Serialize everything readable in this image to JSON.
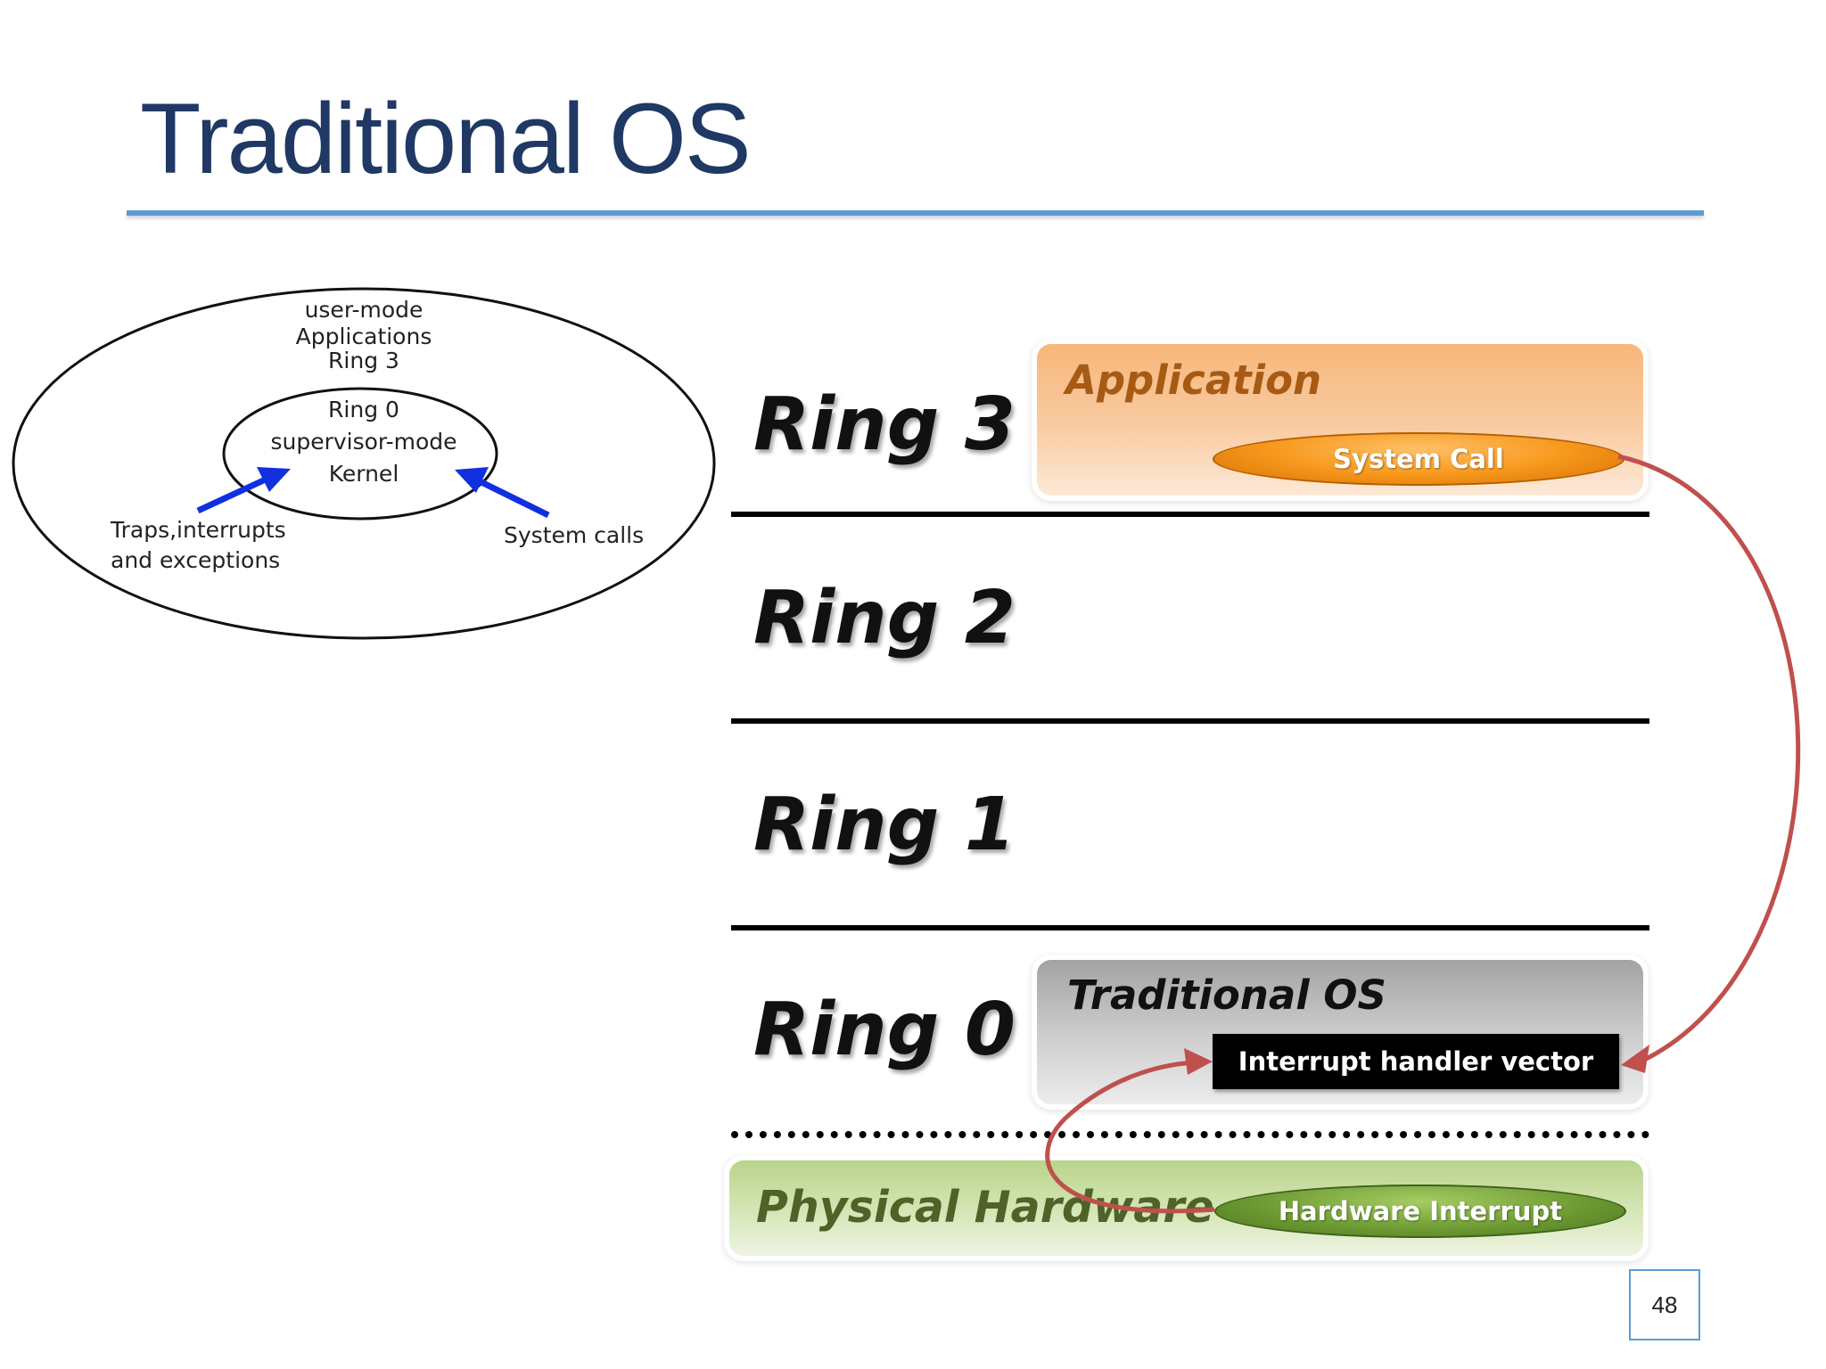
{
  "slide": {
    "title": "Traditional OS",
    "page_number": "48"
  },
  "small_diagram": {
    "outer_label": [
      "user-mode",
      "Applications",
      "Ring 3"
    ],
    "inner_label": [
      "Ring 0",
      "supervisor-mode",
      "Kernel"
    ],
    "left_arrow_label": [
      "Traps,interrupts",
      "and exceptions"
    ],
    "right_arrow_label": "System calls",
    "arrow_color": "#1030e0"
  },
  "ring_diagram": {
    "rings": [
      "Ring 3",
      "Ring 2",
      "Ring 1",
      "Ring 0"
    ],
    "application_panel": {
      "heading": "Application",
      "pill": "System Call"
    },
    "os_panel": {
      "heading": "Traditional OS",
      "box": "Interrupt handler vector"
    },
    "hardware_panel": {
      "heading": "Physical Hardware",
      "pill": "Hardware Interrupt"
    },
    "arrow_color": "#c0504d"
  }
}
